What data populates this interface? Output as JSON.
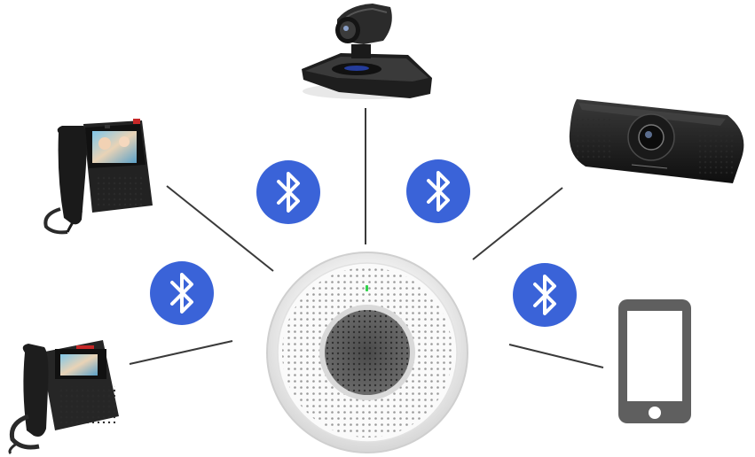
{
  "colors": {
    "background": "#ffffff",
    "connector_line": "#3a3a3a",
    "bluetooth_badge": "#3a63d8",
    "bluetooth_glyph": "#ffffff",
    "device_dark": "#1f1f1f",
    "speaker_body": "#f2f2f2",
    "indicator_led": "#2fd24a"
  },
  "hub": {
    "icon": "conference-speaker-icon"
  },
  "devices": [
    {
      "id": "ptz-camera",
      "icon": "ptz-camera-icon"
    },
    {
      "id": "video-bar",
      "icon": "video-conference-bar-icon"
    },
    {
      "id": "video-phone",
      "icon": "video-ip-phone-icon"
    },
    {
      "id": "desk-phone",
      "icon": "desk-ip-phone-icon"
    },
    {
      "id": "smartphone",
      "icon": "smartphone-icon"
    }
  ],
  "bluetooth_badges": [
    {
      "id": "bt-1",
      "icon": "bluetooth-icon"
    },
    {
      "id": "bt-2",
      "icon": "bluetooth-icon"
    },
    {
      "id": "bt-3",
      "icon": "bluetooth-icon"
    },
    {
      "id": "bt-4",
      "icon": "bluetooth-icon"
    }
  ]
}
